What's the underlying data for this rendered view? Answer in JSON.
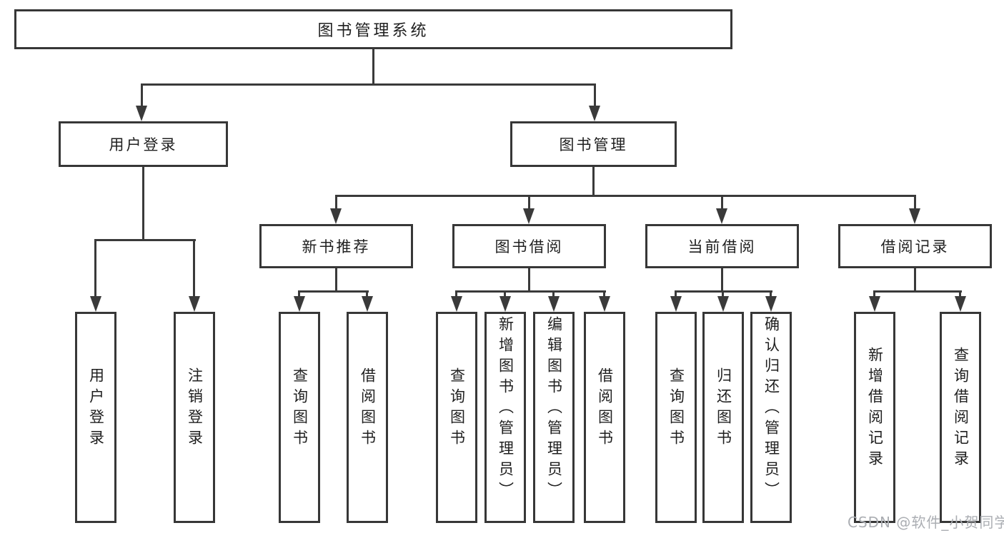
{
  "tree": {
    "root": {
      "label": "图书管理系统"
    },
    "branches": [
      {
        "label": "用户登录",
        "children": [
          {
            "label": "用户登录"
          },
          {
            "label": "注销登录"
          }
        ]
      },
      {
        "label": "图书管理",
        "groups": [
          {
            "label": "新书推荐",
            "children": [
              {
                "label": "查询图书"
              },
              {
                "label": "借阅图书"
              }
            ]
          },
          {
            "label": "图书借阅",
            "children": [
              {
                "label": "查询图书"
              },
              {
                "label": "新增图书（管理员）"
              },
              {
                "label": "编辑图书（管理员）"
              },
              {
                "label": "借阅图书"
              }
            ]
          },
          {
            "label": "当前借阅",
            "children": [
              {
                "label": "查询图书"
              },
              {
                "label": "归还图书"
              },
              {
                "label": "确认归还（管理员）"
              }
            ]
          },
          {
            "label": "借阅记录",
            "children": [
              {
                "label": "新增借阅记录"
              },
              {
                "label": "查询借阅记录"
              }
            ]
          }
        ]
      }
    ]
  },
  "watermark": {
    "text": "CSDN @软件_小贺同学"
  },
  "colors": {
    "background": "#ffffff",
    "box_border": "#373737",
    "line": "#3a3a3a",
    "text": "#1f1f1f",
    "watermark": "#abaeb3"
  }
}
